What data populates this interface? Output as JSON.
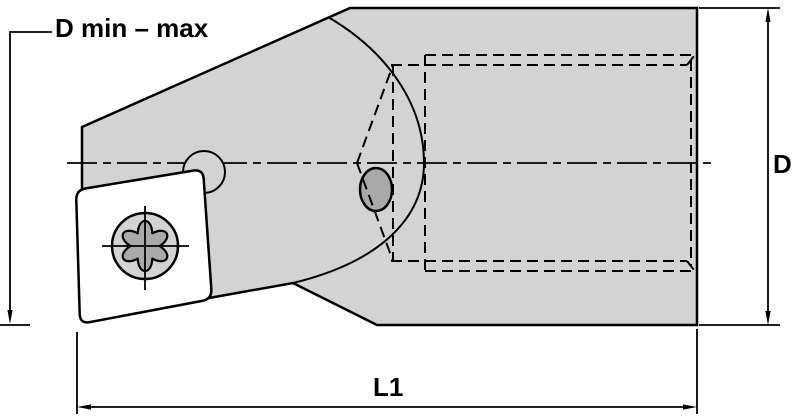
{
  "diagram": {
    "kind": "technical-drawing",
    "subject": "boring-bar-cartridge-with-indexable-insert-side-view",
    "labels": {
      "d_min_max": "D min – max",
      "d": "D",
      "l1": "L1"
    },
    "colors": {
      "background": "#ffffff",
      "body_fill": "#d3d3d3",
      "insert_fill": "#ffffff",
      "screw_ring_fill": "#d3d3d3",
      "torx_fill": "#a9a9a9",
      "hole_fill": "#a9a9a9",
      "line": "#000000"
    }
  }
}
